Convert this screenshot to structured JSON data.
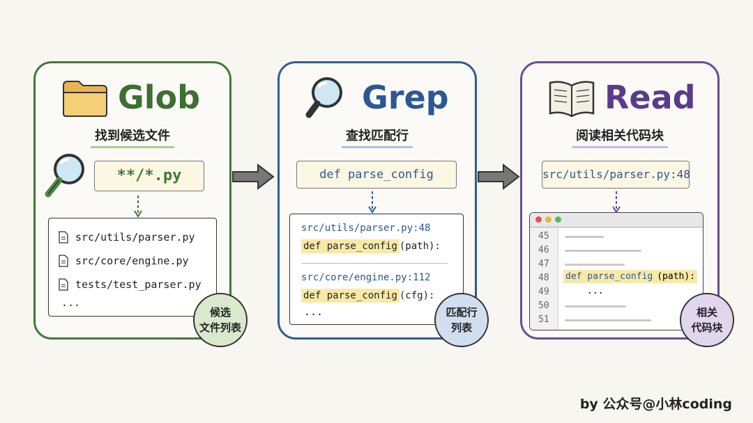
{
  "glob": {
    "title": "Glob",
    "subtitle": "找到候选文件",
    "pattern": "**/*.py",
    "files": [
      "src/utils/parser.py",
      "src/core/engine.py",
      "tests/test_parser.py"
    ],
    "ellipsis": "...",
    "badge_line1": "候选",
    "badge_line2": "文件列表",
    "color": "#3f7a34"
  },
  "grep": {
    "title": "Grep",
    "subtitle": "查找匹配行",
    "pattern": "def parse_config",
    "matches": [
      {
        "path": "src/utils/parser.py:48",
        "code_hl": "def parse_config",
        "code_rest": "(path):"
      },
      {
        "path": "src/core/engine.py:112",
        "code_hl": "def parse_config",
        "code_rest": "(cfg):"
      }
    ],
    "ellipsis": "...",
    "badge_line1": "匹配行",
    "badge_line2": "列表",
    "color": "#2f5b96"
  },
  "read": {
    "title": "Read",
    "subtitle": "阅读相关代码块",
    "pattern": "src/utils/parser.py:48",
    "line_numbers": [
      "45",
      "46",
      "47",
      "48",
      "49",
      "50",
      "51"
    ],
    "code_line_hl": "def parse_config",
    "code_line_rest": "(path):",
    "code_ellipsis": "...",
    "badge_line1": "相关",
    "badge_line2": "代码块",
    "color": "#6a4a98"
  },
  "credit": "by 公众号@小林coding"
}
